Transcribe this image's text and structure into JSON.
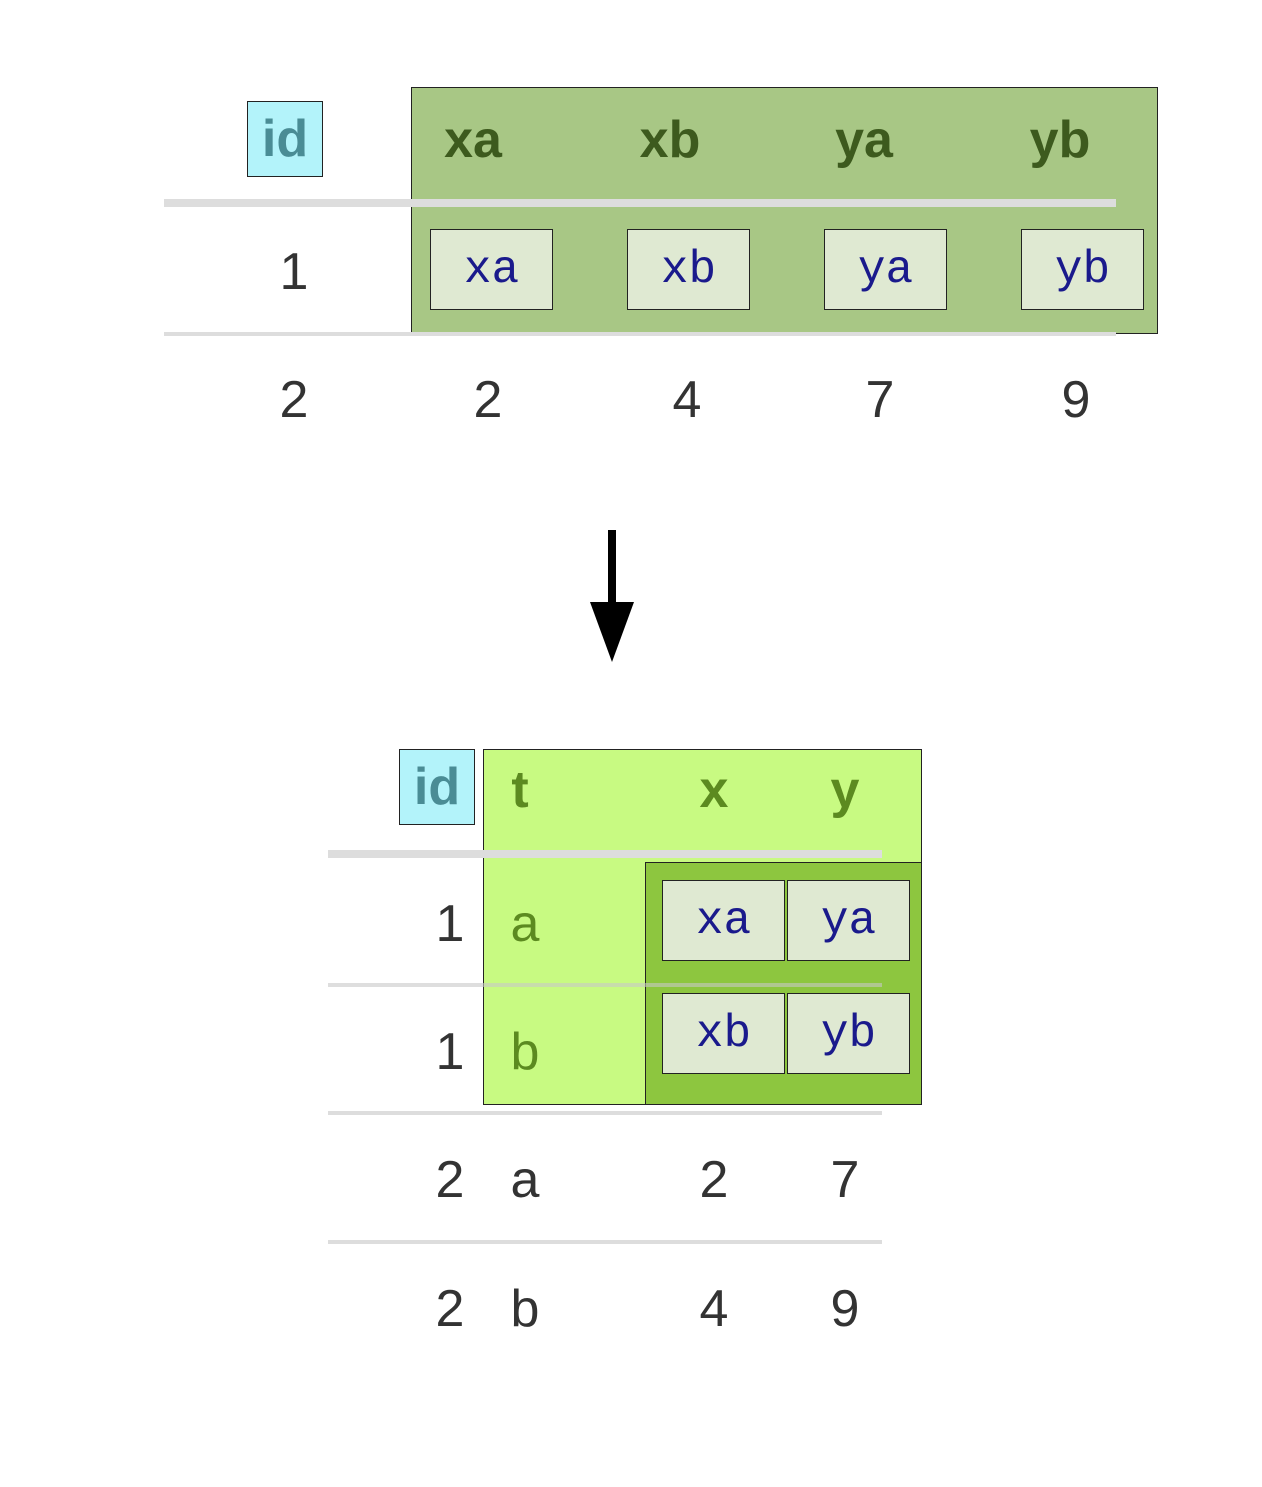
{
  "wide_table": {
    "id_header": "id",
    "headers": [
      "xa",
      "xb",
      "ya",
      "yb"
    ],
    "rows": [
      {
        "id": "1",
        "cells": [
          "xa",
          "xb",
          "ya",
          "yb"
        ]
      },
      {
        "id": "2",
        "cells": [
          "2",
          "4",
          "7",
          "9"
        ]
      }
    ]
  },
  "long_table": {
    "id_header": "id",
    "headers": [
      "t",
      "x",
      "y"
    ],
    "rows": [
      {
        "id": "1",
        "t": "a",
        "x": "xa",
        "y": "ya"
      },
      {
        "id": "1",
        "t": "b",
        "x": "xb",
        "y": "yb"
      },
      {
        "id": "2",
        "t": "a",
        "x": "2",
        "y": "7"
      },
      {
        "id": "2",
        "t": "b",
        "x": "4",
        "y": "9"
      }
    ]
  },
  "colors": {
    "id_highlight": "#b3f3fa",
    "wide_highlight": "#a8c785",
    "long_highlight_light": "#c8fa82",
    "long_highlight_dark": "#8dc63f",
    "chip_fill": "#dfe9d2",
    "chip_text": "#1a1a8c",
    "header_text_dark": "#3d5a1e",
    "header_text_light": "#5c8a20"
  },
  "icons": {
    "arrow": "arrow-down-icon"
  }
}
